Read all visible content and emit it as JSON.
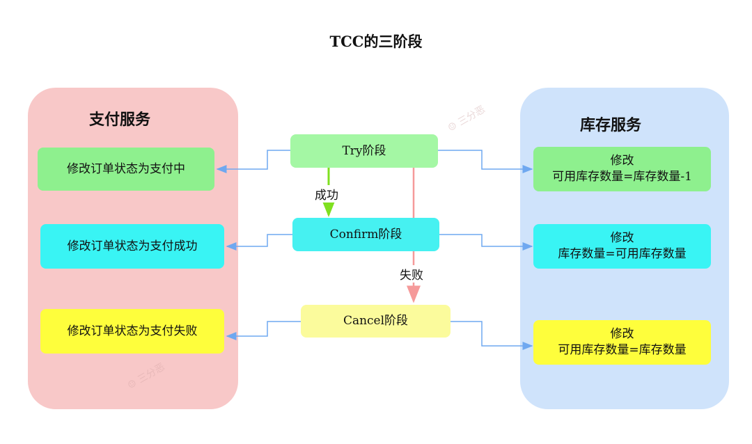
{
  "title": "TCC的三阶段",
  "payment_service": {
    "title": "支付服务",
    "boxes": [
      "修改订单状态为支付中",
      "修改订单状态为支付成功",
      "修改订单状态为支付失败"
    ]
  },
  "inventory_service": {
    "title": "库存服务",
    "boxes": [
      {
        "line1": "修改",
        "line2": "可用库存数量=库存数量-1"
      },
      {
        "line1": "修改",
        "line2": "库存数量=可用库存数量"
      },
      {
        "line1": "修改",
        "line2": "可用库存数量=库存数量"
      }
    ]
  },
  "phases": {
    "try": "Try阶段",
    "confirm": "Confirm阶段",
    "cancel": "Cancel阶段"
  },
  "edges": {
    "success": "成功",
    "failure": "失败"
  },
  "colors": {
    "payment_panel": "#f8c8c8",
    "inventory_panel": "#cfe3fb",
    "try": "#8ef08e",
    "confirm": "#39f4f4",
    "cancel": "#fbfb9c",
    "arrow_blue": "#6fa8f0",
    "arrow_success": "#7fe020",
    "arrow_failure": "#f59a9a"
  },
  "watermark": "三分恶"
}
